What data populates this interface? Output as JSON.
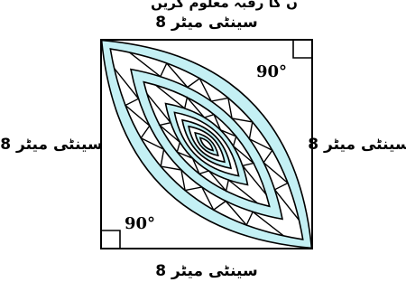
{
  "header_text": "ں کا رقبہ معلوم کریں",
  "labels": {
    "top": "8 سینٹی میٹر",
    "bottom": "8 سینٹی میٹر",
    "left": "8 سینٹی میٹر",
    "right": "8 سینٹی میٹر"
  },
  "angles": {
    "top_right": "90°",
    "bottom_left": "90°"
  },
  "colors": {
    "fill": "#c4f0f4",
    "stroke": "#000000",
    "background": "#ffffff"
  },
  "rings": 5
}
